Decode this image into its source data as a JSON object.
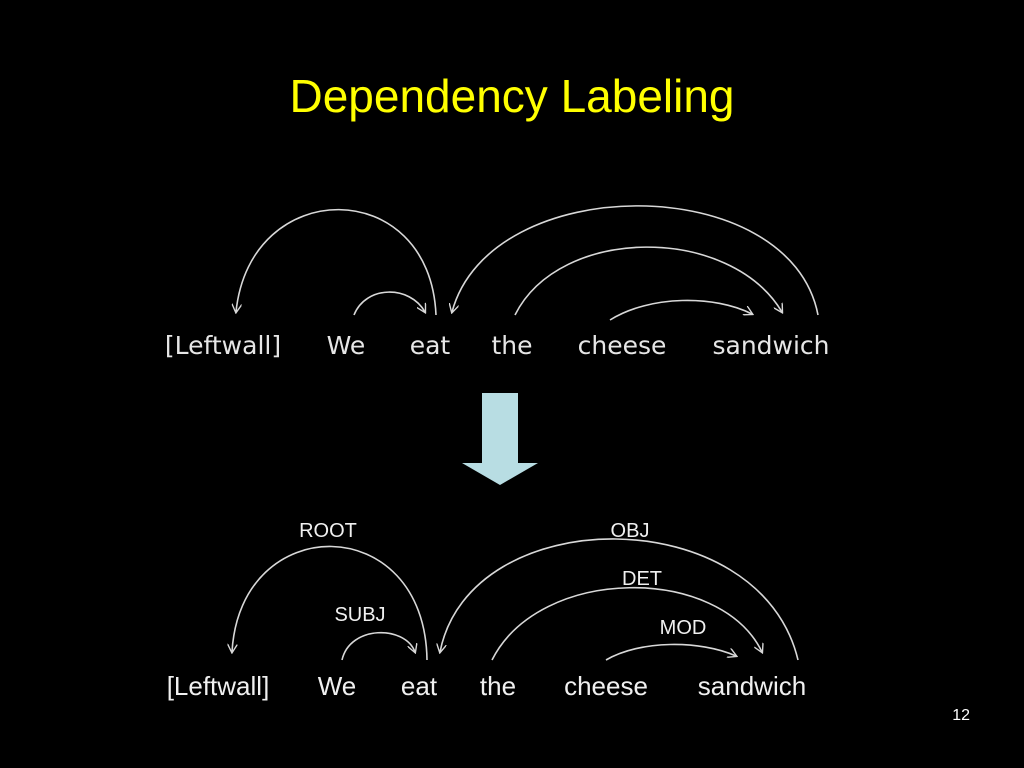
{
  "slide": {
    "title": "Dependency Labeling",
    "page_number": "12"
  },
  "top_diagram": {
    "words": [
      "[Leftwall]",
      "We",
      "eat",
      "the",
      "cheese",
      "sandwich"
    ]
  },
  "bottom_diagram": {
    "words": [
      "[Leftwall]",
      "We",
      "eat",
      "the",
      "cheese",
      "sandwich"
    ],
    "labels": {
      "root": "ROOT",
      "subj": "SUBJ",
      "obj": "OBJ",
      "det": "DET",
      "mod": "MOD"
    }
  },
  "colors": {
    "background": "#000000",
    "title": "#ffff00",
    "arrow": "#b8dde3",
    "text": "#f0f0f0"
  },
  "icons": {
    "transform_arrow": "down-arrow-icon"
  }
}
